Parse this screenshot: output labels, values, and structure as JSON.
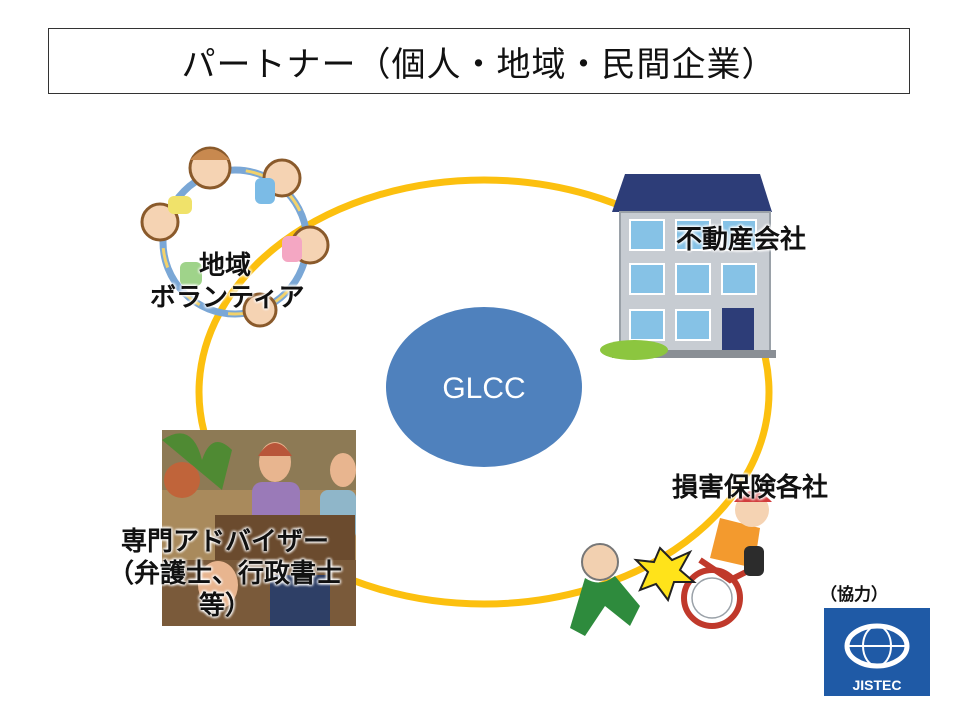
{
  "title": "パートナー（個人・地域・民間企業）",
  "center": {
    "label": "GLCC",
    "color": "#4f81bd"
  },
  "ring_color": "#fcc00f",
  "nodes": {
    "volunteer": {
      "line1": "地域",
      "line2": "ボランティア",
      "icon": "holding-hands-people-icon"
    },
    "real_estate": {
      "label": "不動産会社",
      "icon": "apartment-building-icon"
    },
    "insurance": {
      "label": "損害保険各社",
      "icon": "bicycle-accident-icon"
    },
    "advisor": {
      "line1": "専門アドバイザー",
      "line2": "（弁護士、行政書士",
      "line3": "等）",
      "icon": "meeting-people-icon"
    }
  },
  "cooperation": {
    "label": "（協力）",
    "logo_text": "JISTEC",
    "logo_color": "#1f5aa6"
  }
}
